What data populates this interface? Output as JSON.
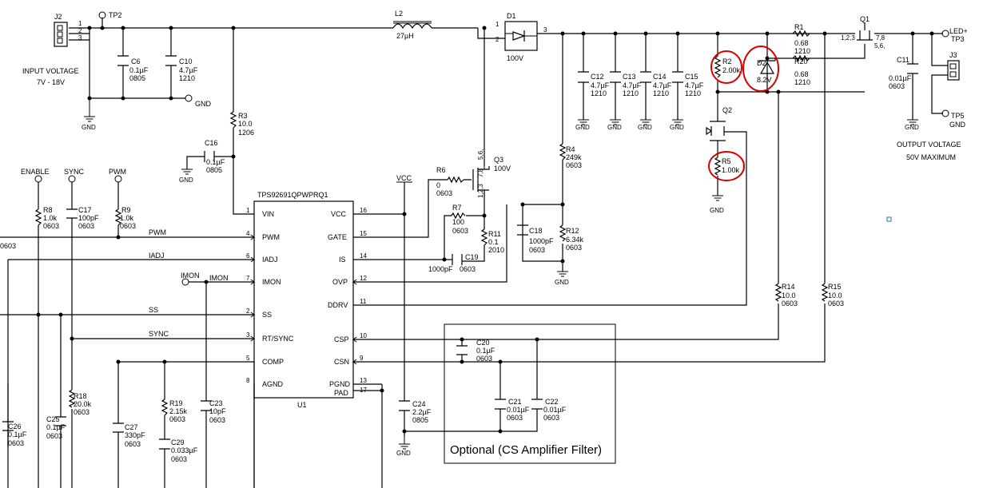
{
  "connectors": {
    "j2": {
      "ref": "J2",
      "pins": [
        "1",
        "2",
        "3"
      ]
    },
    "j3": {
      "ref": "J3"
    }
  },
  "labels": {
    "input_voltage": "INPUT VOLTAGE",
    "input_range": "7V - 18V",
    "output_voltage": "OUTPUT VOLTAGE",
    "output_max": "50V MAXIMUM",
    "gnd": "GND",
    "vcc": "VCC",
    "optional": "Optional (CS Amplifier Filter)"
  },
  "testpoints": {
    "tp2": "TP2",
    "tp3": "TP3",
    "tp5": "TP5",
    "led_plus": "LED+",
    "enable": "ENABLE",
    "sync": "SYNC",
    "pwm": "PWM",
    "imon_pt": "IMON"
  },
  "nets": {
    "pwm": "PWM",
    "iadj": "IADJ",
    "imon": "IMON",
    "ss": "SS",
    "sync": "SYNC",
    "left_cut": "0603"
  },
  "ic": {
    "part": "TPS92691QPWPRQ1",
    "ref": "U1",
    "left_pins": [
      {
        "name": "VIN",
        "num": "1"
      },
      {
        "name": "PWM",
        "num": "4"
      },
      {
        "name": "IADJ",
        "num": "6"
      },
      {
        "name": "IMON",
        "num": "7"
      },
      {
        "name": "SS",
        "num": "2"
      },
      {
        "name": "RT/SYNC",
        "num": "3"
      },
      {
        "name": "COMP",
        "num": "5"
      },
      {
        "name": "AGND",
        "num": "8"
      }
    ],
    "right_pins": [
      {
        "name": "VCC",
        "num": "16"
      },
      {
        "name": "GATE",
        "num": "15"
      },
      {
        "name": "IS",
        "num": "14"
      },
      {
        "name": "OVP",
        "num": "12"
      },
      {
        "name": "DDRV",
        "num": "11"
      },
      {
        "name": "CSP",
        "num": "10"
      },
      {
        "name": "CSN",
        "num": "9"
      },
      {
        "name": "PGND",
        "num": "13"
      },
      {
        "name": "PAD",
        "num": "17"
      }
    ]
  },
  "components": {
    "c6": {
      "ref": "C6",
      "value": "0.1µF",
      "pkg": "0805"
    },
    "c10": {
      "ref": "C10",
      "value": "4.7µF",
      "pkg": "1210"
    },
    "l2": {
      "ref": "L2",
      "value": "27µH"
    },
    "d1": {
      "ref": "D1",
      "value": "100V",
      "pin1": "1",
      "pin2": "2",
      "pin3": "3"
    },
    "c12": {
      "ref": "C12",
      "value": "4.7µF",
      "pkg": "1210"
    },
    "c13": {
      "ref": "C13",
      "value": "4.7µF",
      "pkg": "1210"
    },
    "c14": {
      "ref": "C14",
      "value": "4.7µF",
      "pkg": "1210"
    },
    "c15": {
      "ref": "C15",
      "value": "4.7µF",
      "pkg": "1210"
    },
    "r2": {
      "ref": "R2",
      "value": "2.00k"
    },
    "d2": {
      "ref": "D2",
      "value": "8.2V"
    },
    "r1": {
      "ref": "R1",
      "value": "0.68",
      "pkg": "1210"
    },
    "r20": {
      "ref": "R20",
      "value": "0.68",
      "pkg": "1210"
    },
    "q1": {
      "ref": "Q1",
      "pins_left": "1,2,3",
      "pins_right": "7,8",
      "pins_right2": "5,6,"
    },
    "c11": {
      "ref": "C11",
      "value": "0.01µF",
      "pkg": "0603"
    },
    "q2": {
      "ref": "Q2"
    },
    "r5": {
      "ref": "R5",
      "value": "1.00k"
    },
    "r3": {
      "ref": "R3",
      "value": "10.0",
      "pkg": "1206"
    },
    "c16": {
      "ref": "C16",
      "value": "0.1µF",
      "pkg": "0805"
    },
    "r4": {
      "ref": "R4",
      "value": "249k",
      "pkg": "0603"
    },
    "q3": {
      "ref": "Q3",
      "value": "100V",
      "pins_top": "5,6,",
      "pins_mid": "7,8",
      "pins_left": "1,2,3"
    },
    "r6": {
      "ref": "R6",
      "value": "0",
      "pkg": "0603"
    },
    "r7": {
      "ref": "R7",
      "value": "100",
      "pkg": "0603"
    },
    "r11": {
      "ref": "R11",
      "value": "0.1",
      "pkg": "2010"
    },
    "c18": {
      "ref": "C18",
      "value": "1000pF",
      "pkg": "0603"
    },
    "r12": {
      "ref": "R12",
      "value": "6.34k",
      "pkg": "0603"
    },
    "c19": {
      "ref": "C19",
      "value": "1000pF",
      "pkg": "0603"
    },
    "r8": {
      "ref": "R8",
      "value": "1.0k",
      "pkg": "0603"
    },
    "c17": {
      "ref": "C17",
      "value": "100pF",
      "pkg": "0603"
    },
    "r9": {
      "ref": "R9",
      "value": "1.0k",
      "pkg": "0603"
    },
    "r14": {
      "ref": "R14",
      "value": "10.0",
      "pkg": "0603"
    },
    "r15": {
      "ref": "R15",
      "value": "10.0",
      "pkg": "0603"
    },
    "c20": {
      "ref": "C20",
      "value": "0.1µF",
      "pkg": "0603"
    },
    "c21": {
      "ref": "C21",
      "value": "0.01µF",
      "pkg": "0603"
    },
    "c22": {
      "ref": "C22",
      "value": "0.01µF",
      "pkg": "0603"
    },
    "c24": {
      "ref": "C24",
      "value": "2.2µF",
      "pkg": "0805"
    },
    "c26": {
      "ref": "C26",
      "value": "0.1µF",
      "pkg": "0603"
    },
    "c25": {
      "ref": "C25",
      "value": "0.1µF",
      "pkg": "0603"
    },
    "r18": {
      "ref": "R18",
      "value": "20.0k",
      "pkg": "0603"
    },
    "c27": {
      "ref": "C27",
      "value": "330pF",
      "pkg": "0603"
    },
    "r19": {
      "ref": "R19",
      "value": "2.15k",
      "pkg": "0603"
    },
    "c29": {
      "ref": "C29",
      "value": "0.033µF",
      "pkg": "0603"
    },
    "c23": {
      "ref": "C23",
      "value": "10pF",
      "pkg": "0603"
    }
  },
  "highlight_color": "#d40000"
}
